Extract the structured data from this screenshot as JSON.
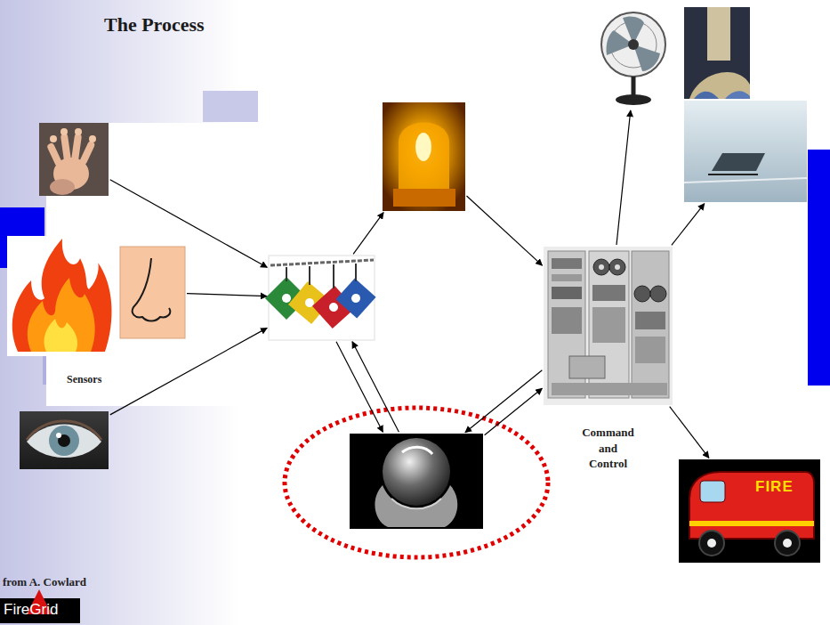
{
  "diagram": {
    "title": "The Process",
    "nodes": [
      {
        "text": []
      },
      {
        "text": []
      },
      {
        "text": []
      },
      {
        "text": []
      },
      {
        "text": []
      },
      {
        "text": []
      },
      {
        "text": []
      },
      {
        "text": [
          "Command and Control"
        ]
      },
      {
        "text": []
      },
      {
        "text": []
      },
      {
        "text": []
      },
      {
        "text": [
          "FIRE"
        ]
      }
    ],
    "edges": [
      {
        "from": 0,
        "to": 4,
        "arrow": "to"
      },
      {
        "from": 2,
        "to": 4,
        "arrow": "to"
      },
      {
        "from": 3,
        "to": 4,
        "arrow": "to"
      },
      {
        "from": 4,
        "to": 5,
        "arrow": "to"
      },
      {
        "from": 5,
        "to": 7,
        "arrow": "to"
      },
      {
        "from": 4,
        "to": 6,
        "arrow": "to"
      },
      {
        "from": 6,
        "to": 4,
        "arrow": "to"
      },
      {
        "from": 7,
        "to": 6,
        "arrow": "to"
      },
      {
        "from": 6,
        "to": 7,
        "arrow": "to"
      },
      {
        "from": 7,
        "to": 8,
        "arrow": "to"
      },
      {
        "from": 7,
        "to": 10,
        "arrow": "to"
      },
      {
        "from": 7,
        "to": 11,
        "arrow": "to"
      }
    ],
    "labels": [
      "Sensors",
      "from A. Cowlard",
      "FireGrid"
    ]
  }
}
